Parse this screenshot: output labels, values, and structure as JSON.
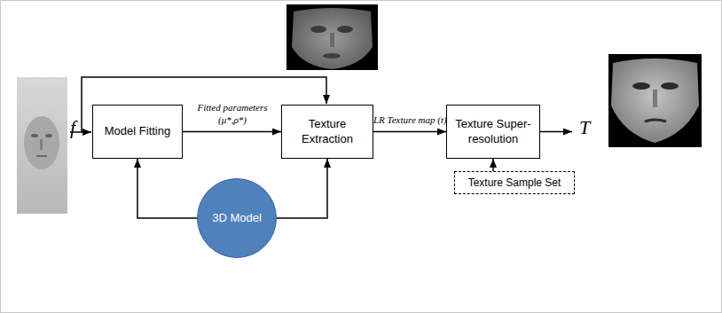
{
  "diagram": {
    "nodes": [
      {
        "text": [
          "Model Fitting"
        ]
      },
      {
        "text": [
          "Texture Extraction"
        ]
      },
      {
        "text": [
          "Texture Super-resolution"
        ]
      },
      {
        "text": [
          "3D Model"
        ]
      },
      {
        "text": [
          "Texture Sample Set"
        ]
      }
    ],
    "edges": [
      {
        "from": 0,
        "to": 1,
        "arrow": "to",
        "label": "Fitted parameters (μ*,ρ*)"
      },
      {
        "from": 1,
        "to": 2,
        "arrow": "to",
        "label": "LR Texture map (t)"
      },
      {
        "from": 3,
        "to": 0,
        "arrow": "to"
      },
      {
        "from": 3,
        "to": 1,
        "arrow": "to"
      },
      {
        "from": 4,
        "to": 2,
        "arrow": "to"
      }
    ],
    "labels": [
      "f",
      "T"
    ]
  }
}
